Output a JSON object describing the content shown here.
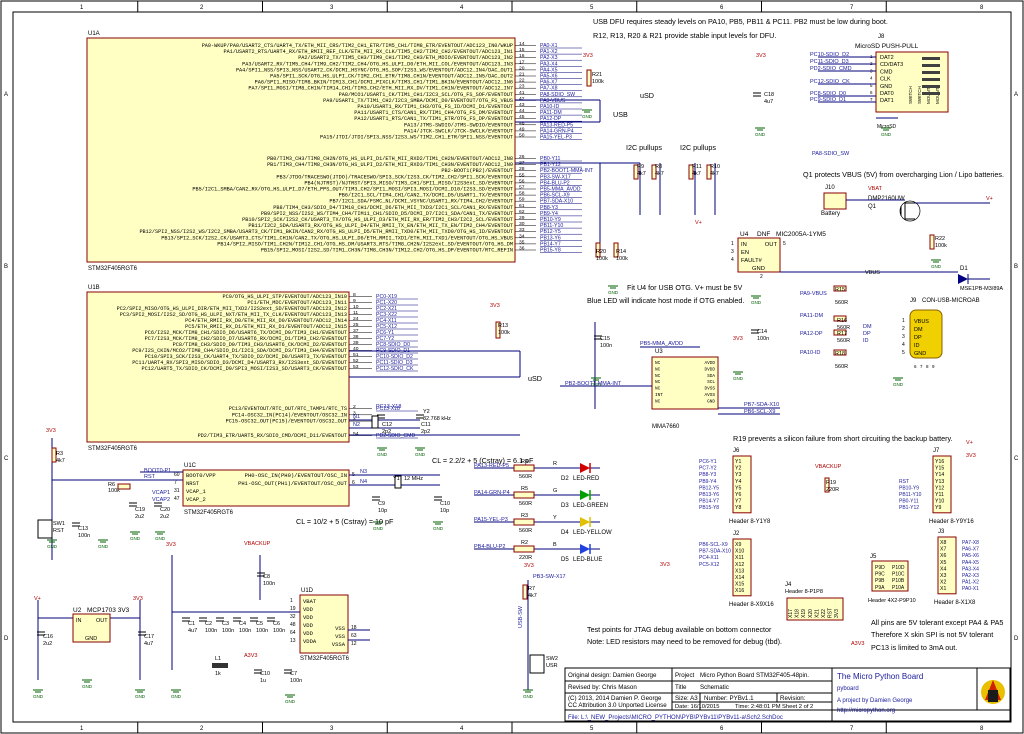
{
  "frame": {
    "col_labels": [
      "1",
      "2",
      "3",
      "4",
      "5",
      "6",
      "7",
      "8"
    ],
    "row_labels": [
      "A",
      "B",
      "C",
      "D"
    ]
  },
  "notes": {
    "dfu1": "USB DFU requires steady levels on PA10, PB5, PB11 & PC11. PB2 must be low during boot.",
    "dfu2": "R12, R13, R20 & R21 provide stable input levels for DFU.",
    "i2c_pullups": "I2C pullups",
    "vbus_protect": "Q1 protects VBUS (5V) from overcharging Lion / Lipo batteries.",
    "otg1": "Fit U4 for USB OTG. V+ must be 5V",
    "otg2": "Blue LED will indicate host mode if OTG enabled.",
    "r19": "R19 prevents a silicon failure from short circuiting the backup battery.",
    "cl1": "CL = 2.2/2 + 5 (Cstray) = 6.1 pF",
    "cl2": "CL = 10/2 + 5 (Cstray) = 10 pF",
    "testpoints": "Test points for JTAG debug available on bottom connector",
    "led_note": "Note: LED resistors may need to be removed for debug (tbd).",
    "pins1": "All pins are 5V tolerant except PA4 & PA5",
    "pins2": "Therefore X skin SPI is not 5V tolerant",
    "pins3": "PC13 is limited to 3mA out.",
    "usb": "USB",
    "usd": "uSD"
  },
  "u1a": {
    "ref": "U1A",
    "part": "STM32F405RGT6",
    "pins": [
      {
        "n": "14",
        "net": "PA0-X1",
        "fn": "PA0-WKUP/PA0/USART2_CTS/UART4_TX/ETH_MII_CRS/TIM2_CH1_ETR/TIM5_CH1/TIM8_ETR/EVENTOUT/ADC123_IN0/WKUP"
      },
      {
        "n": "15",
        "net": "PA1-X2",
        "fn": "PA1/USART2_RTS/UART4_RX/ETH_RMII_REF_CLK/ETH_MII_RX_CLK/TIM5_CH2/TIM2_CH2/EVENTOUT/ADC123_IN1"
      },
      {
        "n": "16",
        "net": "PA2-X3",
        "fn": "PA2/USART2_TX/TIM5_CH3/TIM9_CH1/TIM2_CH3/ETH_MDIO/EVENTOUT/ADC123_IN2"
      },
      {
        "n": "17",
        "net": "PA3-X4",
        "fn": "PA3/USART2_RX/TIM5_CH4/TIM9_CH2/TIM2_CH4/OTG_HS_ULPI_D0/ETH_MII_COL/EVENTOUT/ADC123_IN3"
      },
      {
        "n": "20",
        "net": "PA4-X5",
        "fn": "PA4/SPI1_NSS/SPI3_NSS/USART2_CK/DCMI_HSYNC/OTG_HS_SOF/I2S3_WS/EVENTOUT/ADC12_IN4/DAC_OUT1"
      },
      {
        "n": "21",
        "net": "PA5-X6",
        "fn": "PA5/SPI1_SCK/OTG_HS_ULPI_CK/TIM2_CH1_ETR/TIM8_CH1N/EVENTOUT/ADC12_IN5/DAC_OUT2"
      },
      {
        "n": "22",
        "net": "PA6-X7",
        "fn": "PA6/SPI1_MISO/TIM8_BKIN/TIM13_CH1/DCMI_PIXCLK/TIM3_CH1/TIM1_BKIN/EVENTOUT/ADC12_IN6"
      },
      {
        "n": "23",
        "net": "PA7-X8",
        "fn": "PA7/SPI1_MOSI/TIM8_CH1N/TIM14_CH1/TIM3_CH2/ETH_MII_RX_DV/TIM1_CH1N/EVENTOUT/ADC12_IN7"
      },
      {
        "n": "41",
        "net": "PA8-SDIO_SW",
        "fn": "PA8/MCO1/USART1_CK/TIM1_CH1/I2C3_SCL/OTG_FS_SOF/EVENTOUT"
      },
      {
        "n": "42",
        "net": "PA9-VBUS",
        "fn": "PA9/USART1_TX/TIM1_CH2/I2C3_SMBA/DCMI_D0/EVENTOUT/OTG_FS_VBUS"
      },
      {
        "n": "43",
        "net": "PA10-ID",
        "fn": "PA10/USART1_RX/TIM1_CH3/OTG_FS_ID/DCMI_D1/EVENTOUT"
      },
      {
        "n": "44",
        "net": "PA11-DM",
        "fn": "PA11/USART1_CTS/CAN1_RX/TIM1_CH4/OTG_FS_DM/EVENTOUT"
      },
      {
        "n": "45",
        "net": "PA12-DP",
        "fn": "PA12/USART1_RTS/CAN1_TX/TIM1_ETR/OTG_FS_DP/EVENTOUT"
      },
      {
        "n": "46",
        "net": "PA13-RED-P5",
        "fn": "PA13/JTMS-SWDIO/JTMS-SWDIO/EVENTOUT"
      },
      {
        "n": "49",
        "net": "PA14-GRN-P4",
        "fn": "PA14/JTCK-SWCLK/JTCK-SWCLK/EVENTOUT"
      },
      {
        "n": "50",
        "net": "PA15-YEL-P3",
        "fn": "PA15/JTDI/JTDI/SPI3_NSS/I2S3_WS/TIM2_CH1_ETR/SPI1_NSS/EVENTOUT"
      },
      {
        "n": "26",
        "net": "PB0-Y11",
        "fn": "PB0/TIM3_CH3/TIM8_CH2N/OTG_HS_ULPI_D1/ETH_MII_RXD2/TIM1_CH2N/EVENTOUT/ADC12_IN8"
      },
      {
        "n": "27",
        "net": "PB1-Y12",
        "fn": "PB1/TIM3_CH4/TIM8_CH3N/OTG_HS_ULPI_D2/ETH_MII_RXD3/TIM1_CH3N/EVENTOUT/ADC12_IN9"
      },
      {
        "n": "28",
        "net": "PB2-BOOT1-MMA-INT",
        "fn": "PB2-BOOT1(PB2)/EVENTOUT"
      },
      {
        "n": "55",
        "net": "PB3-SW-X17",
        "fn": "PB3/JTDO/TRACESWO(JTDO)/TRACESWO/SPI3_SCK/I2S3_CK/TIM2_CH2/SPI1_SCK/EVENTOUT"
      },
      {
        "n": "56",
        "net": "PB4-BLU-P2",
        "fn": "PB4(NJTRST)/NJTRST/SPI3_MISO/TIM3_CH1/SPI1_MISO/I2S3ext_SD/EVENTOUT"
      },
      {
        "n": "57",
        "net": "PB5-MMA_AVDD",
        "fn": "PB5/I2C1_SMBA/CAN2_RX/OTG_HS_ULPI_D7/ETH_PPS_OUT/TIM3_CH2/SPI1_MOSI/SPI3_MOSI/DCMI_D10/I2S3_SD/EVENTOUT"
      },
      {
        "n": "58",
        "net": "PB6-SCL-X9",
        "fn": "PB6/I2C1_SCL/TIM4_CH1/CAN2_TX/DCMI_D5/USART1_TX/EVENTOUT"
      },
      {
        "n": "59",
        "net": "PB7-SDA-X10",
        "fn": "PB7/I2C1_SDA/FSMC_NL/DCMI_VSYNC/USART1_RX/TIM4_CH2/EVENTOUT"
      },
      {
        "n": "61",
        "net": "PB8-Y3",
        "fn": "PB8/TIM4_CH3/SDIO_D4/TIM10_CH1/DCMI_D6/ETH_MII_TXD3/I2C1_SCL/CAN1_RX/EVENTOUT"
      },
      {
        "n": "62",
        "net": "PB9-Y4",
        "fn": "PB9/SPI2_NSS/I2S2_WS/TIM4_CH4/TIM11_CH1/SDIO_D5/DCMI_D7/I2C1_SDA/CAN1_TX/EVENTOUT"
      },
      {
        "n": "29",
        "net": "PB10-Y9",
        "fn": "PB10/SPI2_SCK/I2S2_CK/USART3_TX/OTG_HS_ULPI_D3/ETH_MII_RX_ER/TIM2_CH3/I2C2_SCL/EVENTOUT"
      },
      {
        "n": "30",
        "net": "PB11-Y10",
        "fn": "PB11/I2C2_SDA/USART3_RX/OTG_HS_ULPI_D4/ETH_RMII_TX_EN/ETH_MII_TX_EN/TIM2_CH4/EVENTOUT"
      },
      {
        "n": "33",
        "net": "PB12-Y5",
        "fn": "PB12/SPI2_NSS/I2S2_WS/I2C2_SMBA/USART3_CK/TIM1_BKIN/CAN2_RX/OTG_HS_ULPI_D5/ETH_RMII_TXD0/ETH_MII_TXD0/OTG_HS_ID/EVENTOUT"
      },
      {
        "n": "34",
        "net": "PB13-Y6",
        "fn": "PB13/SPI2_SCK/I2S2_CK/USART3_CTS/TIM1_CH1N/CAN2_TX/OTG_HS_ULPI_D6/ETH_RMII_TXD1/ETH_MII_TXD1/EVENTOUT/OTG_HS_VBUS"
      },
      {
        "n": "35",
        "net": "PB14-Y7",
        "fn": "PB14/SPI2_MISO/TIM1_CH2N/TIM12_CH1/OTG_HS_DM/USART3_RTS/TIM8_CH2N/I2S2ext_SD/EVENTOUT/OTG_HS_DM"
      },
      {
        "n": "36",
        "net": "PB15-Y8",
        "fn": "PB15/SPI2_MOSI/I2S2_SD/TIM1_CH3N/TIM8_CH3N/TIM12_CH2/OTG_HS_DP/EVENTOUT/RTC_REFIN"
      }
    ]
  },
  "u1b": {
    "ref": "U1B",
    "part": "STM32F405RGT6",
    "pins": [
      {
        "n": "8",
        "net": "PC0-X19",
        "fn": "PC0/OTG_HS_ULPI_STP/EVENTOUT/ADC123_IN10"
      },
      {
        "n": "9",
        "net": "PC1-X20",
        "fn": "PC1/ETH_MDC/EVENTOUT/ADC123_IN11"
      },
      {
        "n": "10",
        "net": "PC2-X21",
        "fn": "PC2/SPI2_MISO/OTG_HS_ULPI_DIR/ETH_MII_TXD2/I2S2ext_SD/EVENTOUT/ADC123_IN12"
      },
      {
        "n": "11",
        "net": "PC3-X22",
        "fn": "PC3/SPI2_MOSI/I2S2_SD/OTG_HS_ULPI_NXT/ETH_MII_TX_CLK/EVENTOUT/ADC123_IN13"
      },
      {
        "n": "24",
        "net": "PC4-X11",
        "fn": "PC4/ETH_RMII_RX_D0/ETH_MII_RX_D0/EVENTOUT/ADC12_IN14"
      },
      {
        "n": "25",
        "net": "PC5-X12",
        "fn": "PC5/ETH_RMII_RX_D1/ETH_MII_RX_D1/EVENTOUT/ADC12_IN15"
      },
      {
        "n": "37",
        "net": "PC6-Y1",
        "fn": "PC6/I2S2_MCK/TIM8_CH1/SDIO_D6/USART6_TX/DCMI_D0/TIM3_CH1/EVENTOUT"
      },
      {
        "n": "38",
        "net": "PC7-Y2",
        "fn": "PC7/I2S3_MCK/TIM8_CH2/SDIO_D7/USART6_RX/DCMI_D1/TIM3_CH2/EVENTOUT"
      },
      {
        "n": "39",
        "net": "PC8-SDIO_D0",
        "fn": "PC8/TIM8_CH3/SDIO_D0/TIM3_CH3/USART6_CK/DCMI_D2/EVENTOUT"
      },
      {
        "n": "40",
        "net": "PC9-SDIO_D1",
        "fn": "PC9/I2S_CKIN/MCO2/TIM8_CH4/SDIO_D1/I2C3_SDA/DCMI_D3/TIM3_CH4/EVENTOUT"
      },
      {
        "n": "51",
        "net": "PC10-SDIO_D2",
        "fn": "PC10/SPI3_SCK/I2S3_CK/UART4_TX/SDIO_D2/DCMI_D8/USART3_TX/EVENTOUT"
      },
      {
        "n": "52",
        "net": "PC11-SDIO_D3",
        "fn": "PC11/UART4_RX/SPI3_MISO/SDIO_D3/DCMI_D4/USART3_RX/I2S3ext_SD/EVENTOUT"
      },
      {
        "n": "53",
        "net": "PC12-SDIO_CK",
        "fn": "PC12/UART5_TX/SDIO_CK/DCMI_D9/SPI3_MOSI/I2S3_SD/USART3_CK/EVENTOUT"
      },
      {
        "n": "2",
        "net": "PC13-X18",
        "fn": "PC13/EVENTOUT/RTC_OUT/RTC_TAMP1/RTC_TS"
      },
      {
        "n": "3",
        "net": "",
        "fn": "PC14-OSC32_IN(PC14)/EVENTOUT/OSC32_IN"
      },
      {
        "n": "4",
        "net": "",
        "fn": "PC15-OSC32_OUT(PC15)/EVENTOUT/OSC32_OUT"
      },
      {
        "n": "54",
        "net": "PD2-SDIO_CMD",
        "fn": "PD2/TIM3_ETR/UART5_RX/SDIO_CMD/DCMI_D11/EVENTOUT"
      }
    ]
  },
  "u1c": {
    "ref": "U1C",
    "part": "STM32F405RGT6",
    "pins": [
      {
        "n": "60",
        "fn": "BOOT0/VPP",
        "net": "BOOT0-P1"
      },
      {
        "n": "7",
        "fn": "NRST",
        "net": "RST"
      },
      {
        "n": "31",
        "fn": "VCAP_1",
        "net": "VCAP1"
      },
      {
        "n": "47",
        "fn": "VCAP_2",
        "net": "VCAP2"
      }
    ],
    "pins_r": [
      {
        "n": "5",
        "fn": "PH0-OSC_IN(PH0)/EVENTOUT/OSC_IN"
      },
      {
        "n": "6",
        "fn": "PH1-OSC_OUT(PH1)/EVENTOUT/OSC_OUT"
      }
    ]
  },
  "u1d": {
    "ref": "U1D",
    "part": "STM32F405RGT6",
    "pins": [
      {
        "n": "1",
        "fn": "VBAT"
      },
      {
        "n": "19",
        "fn": "VDD"
      },
      {
        "n": "32",
        "fn": "VDD"
      },
      {
        "n": "48",
        "fn": "VDD"
      },
      {
        "n": "64",
        "fn": "VDD"
      },
      {
        "n": "13",
        "fn": "VDDA"
      }
    ],
    "pins_r": [
      {
        "n": "18",
        "fn": "VSS"
      },
      {
        "n": "63",
        "fn": "VSS"
      },
      {
        "n": "12",
        "fn": "VSSA"
      }
    ]
  },
  "j8": {
    "ref": "J8",
    "part": "MicroSD PUSH-PULL",
    "pins": [
      "DAT2",
      "CD/DAT3",
      "CMD",
      "CLK",
      "GND",
      "DAT0",
      "DAT1"
    ],
    "nets": [
      "PC10-SDIO_D2",
      "PC11-SDIO_D3",
      "PD2-SDIO_CMD",
      "PC12-SDIO_CK",
      "",
      "PC8-SDIO_D0",
      "PC9-SDIO_D1"
    ],
    "sw": "MicroSD",
    "sw_net": "PA8-SDIO_SW",
    "side": [
      "SWITCH",
      "SWITCH",
      "MOUNT",
      "MOUNT"
    ]
  },
  "u4": {
    "ref": "U4",
    "dnf": "DNF",
    "part": "MIC2005A-1YM5",
    "pins_l": [
      "IN",
      "EN",
      "FAULT#"
    ],
    "pins_l_n": [
      "1",
      "3",
      "4"
    ],
    "pin_r": "OUT",
    "pin_r_n": "5",
    "gnd": "GND",
    "gnd_n": "2"
  },
  "q1": {
    "ref": "Q1",
    "part": "DMP2160UW"
  },
  "j9": {
    "ref": "J9",
    "part": "CON-USB-MICROAB",
    "pins": [
      "VBUS",
      "DM",
      "DP",
      "ID",
      "GND"
    ],
    "pin_n": [
      "1",
      "2",
      "3",
      "4",
      "5"
    ],
    "shield": [
      "6",
      "7",
      "8",
      "9"
    ]
  },
  "u3": {
    "ref": "U3",
    "part": "MMA7660",
    "pins_l": [
      "NC",
      "NC",
      "NC",
      "NC",
      "NC",
      "INT",
      "NC"
    ],
    "pins_r": [
      "AVDD",
      "DVDD",
      "SDA",
      "SCL",
      "DVSS",
      "AVSS",
      "GND"
    ]
  },
  "j10": {
    "ref": "J10",
    "part": "Battery"
  },
  "d1": {
    "ref": "D1",
    "part": "MSE1PB-M3/89A"
  },
  "leds": [
    {
      "res": "R4",
      "val": "560R",
      "net": "PA13-RED-P5",
      "letter": "R",
      "ref": "D2",
      "name": "LED-RED",
      "color": "#d00000"
    },
    {
      "res": "R5",
      "val": "560R",
      "net": "PA14-GRN-P4",
      "letter": "G",
      "ref": "D3",
      "name": "LED-GREEN",
      "color": "#00a000"
    },
    {
      "res": "R3",
      "val": "560R",
      "net": "PA15-YEL-P3",
      "letter": "Y",
      "ref": "D4",
      "name": "LED-YELLOW",
      "color": "#e0c000"
    },
    {
      "res": "R2",
      "val": "220R",
      "net": "PB4-BLU-P2",
      "letter": "B",
      "ref": "D5",
      "name": "LED-BLUE",
      "color": "#2040e0"
    }
  ],
  "headers": {
    "j6": {
      "ref": "J6",
      "part": "Header 8-Y1Y8",
      "nets": [
        "PC6-Y1",
        "PC7-Y2",
        "PB8-Y3",
        "PB9-Y4",
        "PB12-Y5",
        "PB13-Y6",
        "PB14-Y7",
        "PB15-Y8"
      ],
      "pins": [
        "Y1",
        "Y2",
        "Y3",
        "Y4",
        "Y5",
        "Y6",
        "Y7",
        "Y8"
      ]
    },
    "j2": {
      "ref": "J2",
      "part": "Header 8-X9X16",
      "nets": [
        "PB6-SCL-X9",
        "PB7-SDA-X10",
        "PC4-X11",
        "PC5-X12",
        "",
        "",
        "",
        ""
      ],
      "pins": [
        "X9",
        "X10",
        "X11",
        "X12",
        "X13",
        "X14",
        "X15",
        "X16"
      ]
    },
    "j7": {
      "ref": "J7",
      "part": "Header 8-Y9Y16",
      "nets": [
        "",
        "",
        "",
        "RST",
        "PB10-Y9",
        "PB11-Y10",
        "PB0-Y11",
        "PB1-Y12"
      ],
      "pins": [
        "Y16",
        "Y15",
        "Y14",
        "Y13",
        "Y12",
        "Y11",
        "Y10",
        "Y9"
      ]
    },
    "j3": {
      "ref": "J3",
      "part": "Header 8-X1X8",
      "nets": [
        "PA7-X8",
        "PA6-X7",
        "PA5-X6",
        "PA4-X5",
        "PA3-X4",
        "PA2-X3",
        "PA1-X2",
        "PA0-X1"
      ],
      "pins": [
        "X8",
        "X7",
        "X6",
        "X5",
        "X4",
        "X3",
        "X2",
        "X1"
      ]
    },
    "j4": {
      "ref": "J4",
      "part": "Header 8-P1P8",
      "pins": [
        "X17",
        "X18",
        "X19",
        "X20",
        "X21",
        "X22",
        "RST",
        "3V3"
      ]
    },
    "j5": {
      "ref": "J5",
      "part": "Header 4X2-P9P10",
      "pins": [
        "P9D",
        "P9C",
        "P9B",
        "P9A",
        "P10D",
        "P10C",
        "P10B",
        "P10A"
      ],
      "pin_n": [
        "1",
        "2",
        "3",
        "4",
        "5",
        "6",
        "7",
        "8"
      ]
    }
  },
  "labels": {
    "v3v3": "3V3",
    "vplus": "V+",
    "vbat": "VBAT",
    "vbackup": "VBACKUP",
    "vbus": "VBUS",
    "a3v3": "A3V3",
    "gnd": "GND",
    "r21": "R21",
    "r21v": "100k",
    "r12": "R12",
    "r13": "R13",
    "r13v": "100k",
    "r20": "R20",
    "r20v": "100k",
    "r14": "R14",
    "r14v": "100k",
    "r8": "R8",
    "r9": "R9",
    "r10": "R10",
    "r11": "R11",
    "r4k7": "4k7",
    "c18": "C18",
    "c18v": "4u7",
    "c15": "C15",
    "c15v": "100n",
    "c14": "C14",
    "c14v": "100n",
    "r22": "R22",
    "r22v": "100k",
    "r16": "R16",
    "r16v": "560R",
    "r17": "R17",
    "r17v": "560R",
    "r18": "R18",
    "r18v": "560R",
    "r19": "R19",
    "r19v": "220R",
    "r12v": "100k",
    "r15": "R15",
    "r15v": "560R",
    "r3": "R3",
    "r3v": "4k7",
    "sw1": "SW1",
    "sw1n": "RST",
    "c13": "C13",
    "c13v": "100n",
    "r6": "R6",
    "r6v": "100k",
    "c19": "C19",
    "c19v": "2u2",
    "c20": "C20",
    "c20v": "2u2",
    "c12": "C12",
    "c12v": "2p2",
    "c11": "C11",
    "c11v": "2p2",
    "y2": "Y2",
    "y2v": "32.768 kHz",
    "y1": "Y1",
    "y1v": "12 MHz",
    "c9": "C9",
    "c9v": "10p",
    "c10": "C10",
    "c10v": "10p",
    "c8": "C8",
    "c8v": "100n",
    "c16": "C16",
    "c16v": "2u2",
    "c17": "C17",
    "c17v": "4u7",
    "c1": "C1",
    "c2": "C2",
    "c3": "C3",
    "c4": "C4",
    "c5": "C5",
    "c6": "C6",
    "c7": "C7",
    "cv100n": "100n",
    "cv4u7": "4u7",
    "l1": "L1",
    "l1v": "1k",
    "c10b": "C10",
    "c10bv": "1u",
    "u2": "U2",
    "u2v": "MCP1703 3V3",
    "u2in": "IN",
    "u2out": "OUT",
    "u2gnd": "GND",
    "r7": "R7",
    "r7v": "4k7",
    "sw2": "SW2",
    "sw2n": "USR",
    "usbsw": "USB-SW",
    "pb3": "PB3-SW-X17",
    "rst": "RST",
    "boot0": "BOOT0-P1",
    "vcap1": "VCAP1",
    "vcap2": "VCAP2",
    "n1": "N1",
    "n2": "N2",
    "n3": "N3",
    "n4": "N4",
    "pc13": "PC13-X18",
    "dm": "DM",
    "dp": "DP",
    "id": "ID",
    "pa9vbus": "PA9-VBUS",
    "pa11dm": "PA11-DM",
    "pa12dp": "PA12-DP",
    "pa10id": "PA10-ID",
    "pb5mma": "PB5-MMA_AVDD",
    "pb2int": "PB2-BOOT1-MMA-INT",
    "pb7sda": "PB7-SDA-X10",
    "pb6scl": "PB6-SCL-X9",
    "pa8sw": "PA8-SDIO_SW",
    "sdio_d2": "PC10-SDIO_D2",
    "sdio_d3": "PC11-SDIO_D3",
    "sdio_cmd": "PD2-SDIO_CMD",
    "sdio_ck": "PC12-SDIO_CK",
    "sdio_d0": "PC8-SDIO_D0",
    "sdio_d1": "PC9-SDIO_D1"
  },
  "titleblock": {
    "designer_label": "Original design: Damien George",
    "revised": "Revised by: Chris Mason",
    "license1": "(C) 2013, 2014 Damien P. George",
    "license2": "CC Attribution 3.0  Unported License",
    "project_label": "Project",
    "project": "Micro Python Board STM32F405-48pin.",
    "title_label": "Title",
    "title": "Schematic",
    "size_label": "Size: A3",
    "number_label": "Number: PYBv1.1",
    "revision_label": "Revision:",
    "date": "Date:  16/10/2015",
    "time": "Time:  2:48:01 PM",
    "sheet": "Sheet   2   of   2",
    "file": "File:  L:\\_NEW_Projects\\MICRO_PYTHON\\PYB\\PYBv11\\PYBv11-a\\Sch2.SchDoc",
    "brand": "The Micro Python Board",
    "brand2": "pyboard",
    "credit": "A project by Damien George",
    "url": "http://micropython.org"
  }
}
